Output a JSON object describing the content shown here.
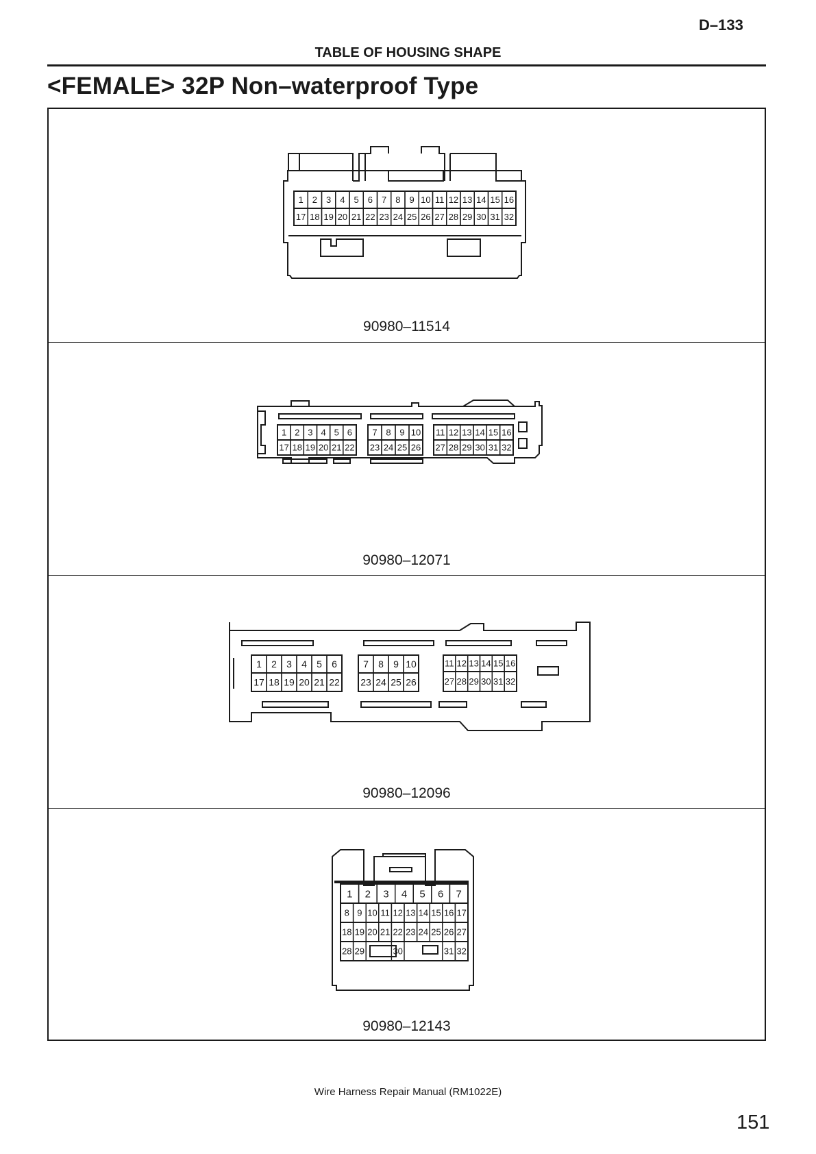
{
  "header": {
    "page_code": "D–133",
    "section": "TABLE OF HOUSING SHAPE"
  },
  "title": "<FEMALE> 32P Non–waterproof Type",
  "connectors": [
    {
      "part_number": "90980–11514",
      "pin_rows": [
        [
          "1",
          "2",
          "3",
          "4",
          "5",
          "6",
          "7",
          "8",
          "9",
          "10",
          "11",
          "12",
          "13",
          "14",
          "15",
          "16"
        ],
        [
          "17",
          "18",
          "19",
          "20",
          "21",
          "22",
          "23",
          "24",
          "25",
          "26",
          "27",
          "28",
          "29",
          "30",
          "31",
          "32"
        ]
      ]
    },
    {
      "part_number": "90980–12071",
      "pin_groups": [
        {
          "top": [
            "1",
            "2",
            "3",
            "4",
            "5",
            "6"
          ],
          "bottom": [
            "17",
            "18",
            "19",
            "20",
            "21",
            "22"
          ]
        },
        {
          "top": [
            "7",
            "8",
            "9",
            "10"
          ],
          "bottom": [
            "23",
            "24",
            "25",
            "26"
          ]
        },
        {
          "top": [
            "11",
            "12",
            "13",
            "14",
            "15",
            "16"
          ],
          "bottom": [
            "27",
            "28",
            "29",
            "30",
            "31",
            "32"
          ]
        }
      ]
    },
    {
      "part_number": "90980–12096",
      "pin_groups": [
        {
          "top": [
            "1",
            "2",
            "3",
            "4",
            "5",
            "6"
          ],
          "bottom": [
            "17",
            "18",
            "19",
            "20",
            "21",
            "22"
          ]
        },
        {
          "top": [
            "7",
            "8",
            "9",
            "10"
          ],
          "bottom": [
            "23",
            "24",
            "25",
            "26"
          ]
        },
        {
          "top": [
            "11",
            "12",
            "13",
            "14",
            "15",
            "16"
          ],
          "bottom": [
            "27",
            "28",
            "29",
            "30",
            "31",
            "32"
          ]
        }
      ]
    },
    {
      "part_number": "90980–12143",
      "pin_rows": [
        [
          "1",
          "2",
          "3",
          "4",
          "5",
          "6",
          "7"
        ],
        [
          "8",
          "9",
          "10",
          "11",
          "12",
          "13",
          "14",
          "15",
          "16",
          "17"
        ],
        [
          "18",
          "19",
          "20",
          "21",
          "22",
          "23",
          "24",
          "25",
          "26",
          "27"
        ],
        [
          "28",
          "29",
          "30",
          "31",
          "32"
        ]
      ]
    }
  ],
  "footer": {
    "manual": "Wire Harness Repair Manual (RM1022E)",
    "page_number": "151"
  }
}
